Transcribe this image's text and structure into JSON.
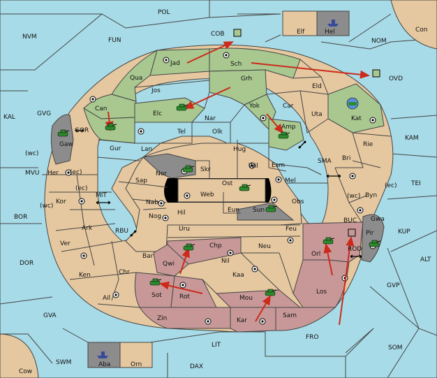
{
  "colors": {
    "sea": "#a8dbe8",
    "land": "#e6c8a0",
    "power_green": "#a8c890",
    "power_pink": "#c89898",
    "neutral_grey": "#8c8c8c",
    "order_arrow": "#cc2a1a"
  },
  "sea": {
    "pol": "POL",
    "nvm": "NVM",
    "fun": "FUN",
    "cob": "COB",
    "nom": "NOM",
    "con": "Con",
    "kal": "KAL",
    "gvg": "GVG",
    "ovd": "OVD",
    "kam": "KAM",
    "gor": "GOR",
    "mvu": "MVU",
    "mit": "MIT",
    "sma": "SMA",
    "tei": "TEI",
    "bor": "BOR",
    "rbu": "RBU",
    "buc": "BUC",
    "kup": "KUP",
    "dor": "DOR",
    "rod": "ROD",
    "alt": "ALT",
    "gvp": "GVP",
    "gva": "GVA",
    "fro": "FRO",
    "som": "SOM",
    "lit": "LIT",
    "swm": "SWM",
    "dax": "DAX",
    "cow": "Cow",
    "wc1": "(wc)",
    "ec1": "(ec)",
    "ec2": "(ec)",
    "wc2": "(wc)",
    "wc3": "(wc)",
    "ec3": "(ec)"
  },
  "land": {
    "elf": "Elf",
    "hel": "Hel",
    "jad": "Jad",
    "sch": "Sch",
    "qua": "Qua",
    "jos": "Jos",
    "grh": "Grh",
    "eld": "Eld",
    "can": "Can",
    "elc": "Elc",
    "nar": "Nar",
    "yok": "Yok",
    "car": "Car",
    "uta": "Uta",
    "kat": "Kat",
    "gaw": "Gaw",
    "tel": "Tel",
    "olk": "Olk",
    "amp": "Amp",
    "gur": "Gur",
    "lan": "Lan",
    "hug": "Hug",
    "rie": "Rie",
    "wil": "Wil",
    "esm": "Esm",
    "bri": "Bri",
    "nor": "Nor",
    "skr": "Skr",
    "her": "Her",
    "sap": "Sap",
    "ost": "Ost",
    "web": "Web",
    "mel": "Mel",
    "byn": "Byn",
    "kor": "Kor",
    "nab": "Nab",
    "eun": "Eun",
    "sun": "Sun",
    "obs": "Obs",
    "gwa": "Gwa",
    "hil": "Hil",
    "nog": "Nog",
    "ark": "Ark",
    "uru": "Uru",
    "feu": "Feu",
    "pir": "Pir",
    "ver": "Ver",
    "chp": "Chp",
    "neu": "Neu",
    "orl": "Orl",
    "bar": "Bar",
    "qwi": "Qwi",
    "nil": "Nil",
    "ken": "Ken",
    "chr": "Chr",
    "kaa": "Kaa",
    "sot": "Sot",
    "rot": "Rot",
    "los": "Los",
    "ail": "Ail",
    "mou": "Mou",
    "zin": "Zin",
    "kar": "Kar",
    "sam": "Sam",
    "aba": "Aba",
    "orn": "Orn"
  }
}
